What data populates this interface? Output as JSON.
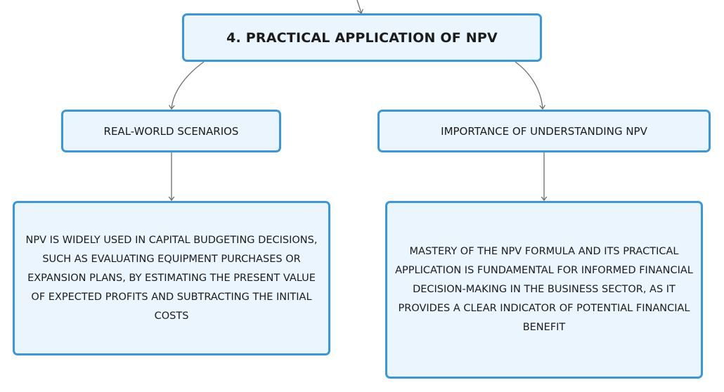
{
  "diagram": {
    "root": {
      "label": "4. PRACTICAL APPLICATION OF NPV"
    },
    "branches": [
      {
        "label": "REAL-WORLD SCENARIOS",
        "detail": "NPV IS WIDELY USED IN CAPITAL BUDGETING DECISIONS, SUCH AS EVALUATING EQUIPMENT PURCHASES OR EXPANSION PLANS, BY ESTIMATING THE PRESENT VALUE OF EXPECTED PROFITS AND SUBTRACTING THE INITIAL COSTS"
      },
      {
        "label": "IMPORTANCE OF UNDERSTANDING NPV",
        "detail": "MASTERY OF THE NPV FORMULA AND ITS PRACTICAL APPLICATION IS FUNDAMENTAL FOR INFORMED FINANCIAL DECISION-MAKING IN THE BUSINESS SECTOR, AS IT PROVIDES A CLEAR INDICATOR OF POTENTIAL FINANCIAL BENEFIT"
      }
    ]
  },
  "colors": {
    "node_border": "#3a97de",
    "node_fill": "#eaf5fd",
    "connector": "#6d6d6d",
    "text": "#1c1c1c"
  }
}
